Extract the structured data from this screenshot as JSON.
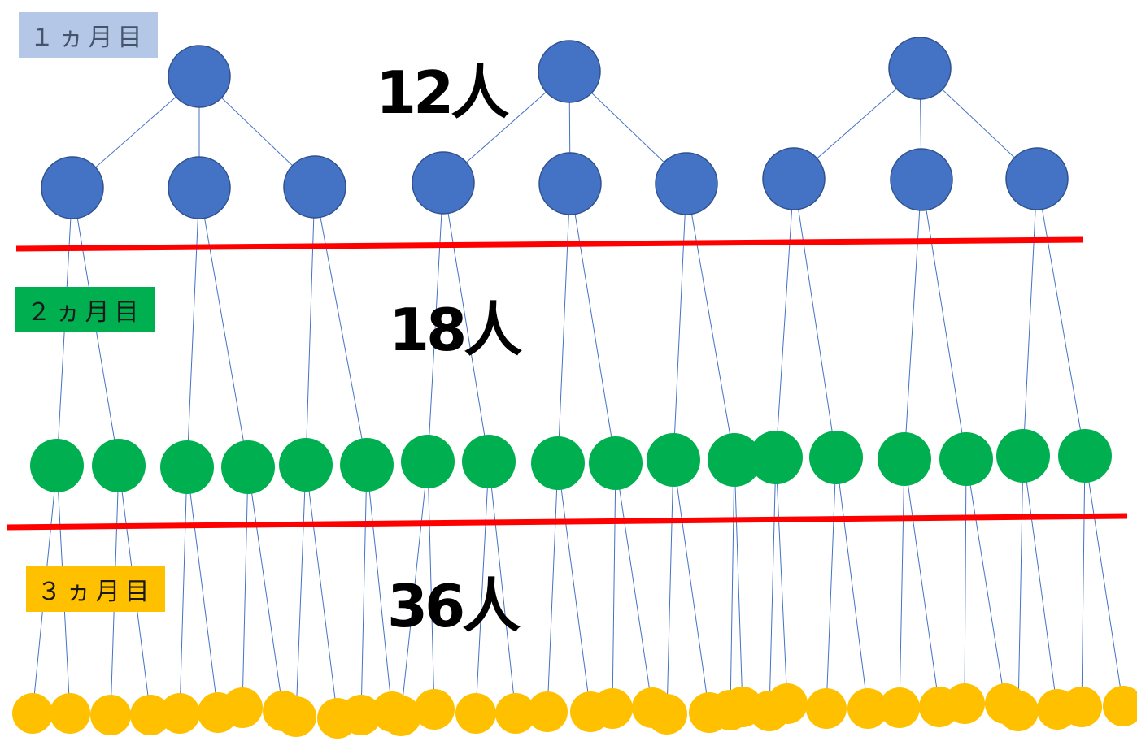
{
  "labels": {
    "month1": "１ヵ月目",
    "month2": "２ヵ月目",
    "month3": "３ヵ月目"
  },
  "counts": {
    "month1": "12人",
    "month2": "18人",
    "month3": "36人"
  },
  "colors": {
    "level1_node": "#4472c4",
    "level2_node": "#00b050",
    "level3_node": "#ffc000",
    "edge": "#4472c4",
    "divider": "#ff0000"
  }
}
